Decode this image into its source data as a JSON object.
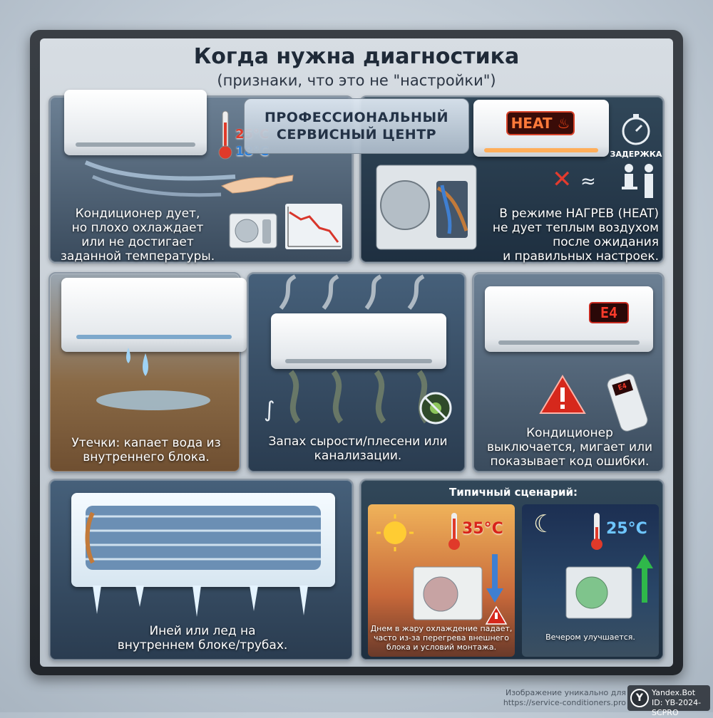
{
  "header": {
    "title": "Когда нужна диагностика",
    "subtitle": "(признаки, что это не \"настройки\")"
  },
  "badge": {
    "line1": "ПРОФЕССИОНАЛЬНЫЙ",
    "line2": "СЕРВИСНЫЙ ЦЕНТР"
  },
  "panels": {
    "cooling": {
      "temp_hot": "25°C",
      "temp_cold": "18°C",
      "lines": [
        "Кондиционер дует,",
        "но плохо охлаждает",
        "или не достигает",
        "заданной температуры."
      ]
    },
    "heating": {
      "display": "HEAT",
      "delay_label": "ЗАДЕРЖКА",
      "lines": [
        "В режиме НАГРЕВ (HEAT)",
        "не дует теплым воздухом",
        "после ожидания",
        "и правильных настроек."
      ]
    },
    "leak": {
      "lines": [
        "Утечки: капает вода из",
        "внутреннего блока."
      ]
    },
    "smell": {
      "lines": [
        "Запах сырости/плесени или",
        "канализации."
      ]
    },
    "error": {
      "display": "E4",
      "remote_display": "E4",
      "lines": [
        "Кондиционер",
        "выключается, мигает или",
        "показывает код ошибки."
      ]
    },
    "ice": {
      "lines": [
        "Иней или лед на",
        "внутреннем блоке/трубах."
      ]
    },
    "scenario": {
      "title": "Типичный сценарий:",
      "day_temp": "35°C",
      "night_temp": "25°C",
      "day_lines": [
        "Днем в жару охлаждение падает,",
        "часто из-за перегрева внешнего",
        "блока и условий монтажа."
      ],
      "night_lines": [
        "Вечером улучшается."
      ]
    }
  },
  "watermark": {
    "line1": "Изображение уникально для",
    "line2": "https://service-conditioners.pro",
    "brand": "Yandex.Bot",
    "id": "ID: YB-2024-SCPRO",
    "logo": "Y"
  }
}
